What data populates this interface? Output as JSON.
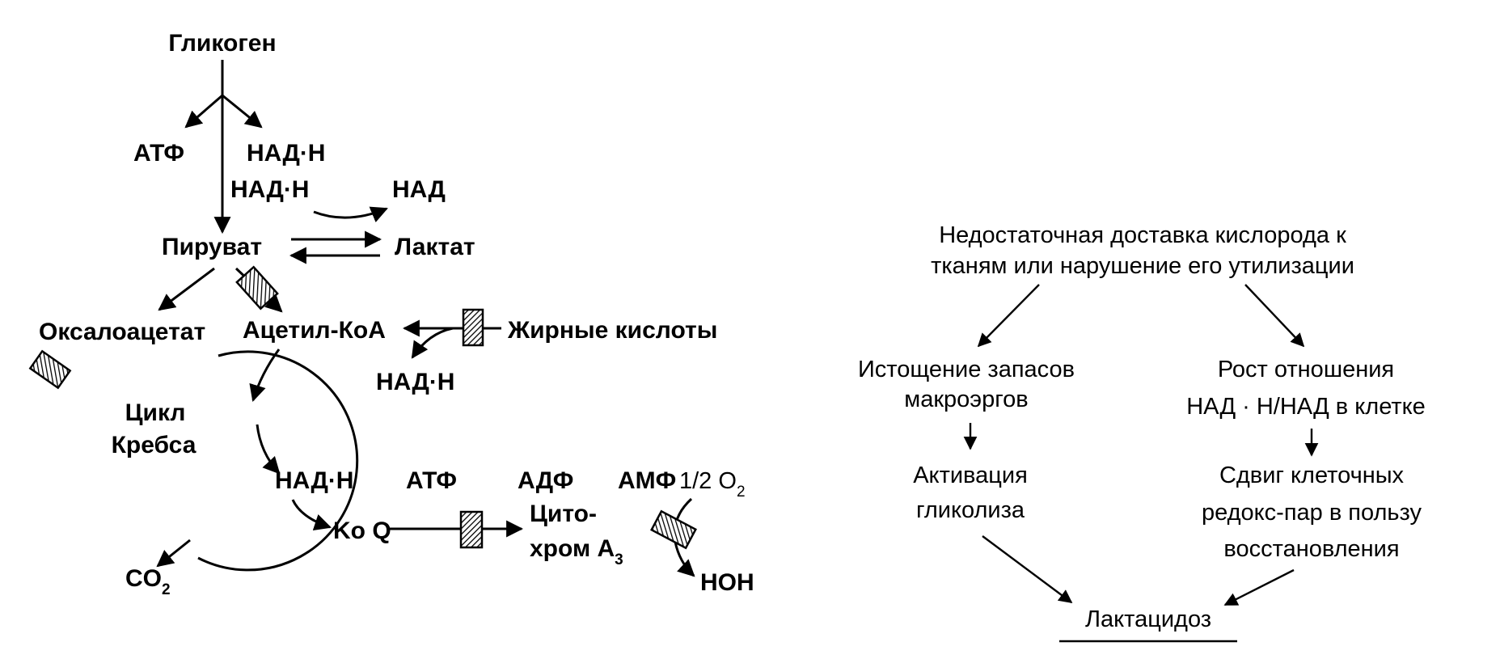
{
  "left": {
    "glycogen": "Гликоген",
    "atf_top": "АТФ",
    "nadh_top": "НАД·Н",
    "nadh_mid": "НАД·Н",
    "nad": "НАД",
    "pyruvate": "Пируват",
    "lactate": "Лактат",
    "oxaloacetate": "Оксалоацетат",
    "acetyl_coa": "Ацетил-КоА",
    "fatty_acids": "Жирные кислоты",
    "nadh_fa": "НАД·Н",
    "krebs_line1": "Цикл",
    "krebs_line2": "Кребса",
    "nadh_chain": "НАД·Н",
    "atf_chain": "АТФ",
    "adf": "АДФ",
    "amf": "АМФ",
    "o2_prefix": "1/2 O",
    "o2_sub": "2",
    "koq": "Ko Q",
    "cyto_line1": "Цито-",
    "cyto_line2_main": "хром A",
    "cyto_line2_sub": "3",
    "hoh": "НОН",
    "co2_main": "CO",
    "co2_sub": "2"
  },
  "right": {
    "top_line1": "Недостаточная доставка кислорода к",
    "top_line2": "тканям или нарушение его утилизации",
    "left_line1": "Истощение запасов",
    "left_line2": "макроэргов",
    "right_line1": "Рост отношения",
    "right_line2": "НАД · Н/НАД в клетке",
    "left_step_line1": "Активация",
    "left_step_line2": "гликолиза",
    "right_step_line1": "Сдвиг клеточных",
    "right_step_line2": "редокс-пар в пользу",
    "right_step_line3": "восстановления",
    "result": "Лактацидоз"
  }
}
